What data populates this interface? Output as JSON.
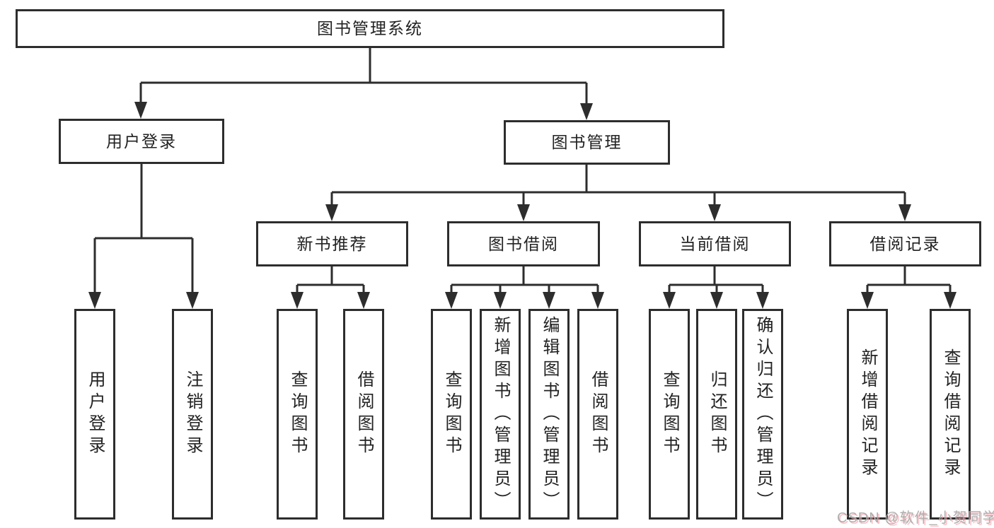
{
  "diagram": {
    "root": {
      "label": "图书管理系统"
    },
    "level2": [
      {
        "label": "用户登录"
      },
      {
        "label": "图书管理"
      }
    ],
    "level3": [
      {
        "label": "新书推荐"
      },
      {
        "label": "图书借阅"
      },
      {
        "label": "当前借阅"
      },
      {
        "label": "借阅记录"
      }
    ],
    "leaves": {
      "user_login": [
        "用户登录",
        "注销登录"
      ],
      "new_book_recommend": [
        "查询图书",
        "借阅图书"
      ],
      "book_borrowing": [
        "查询图书",
        "新增图书（管理员）",
        "编辑图书（管理员）",
        "借阅图书"
      ],
      "current_borrowing": [
        "查询图书",
        "归还图书",
        "确认归还（管理员）"
      ],
      "borrowing_records": [
        "新增借阅记录",
        "查询借阅记录"
      ]
    }
  },
  "watermark": "CSDN @软件_小贺同学",
  "colors": {
    "background": "#ffffff",
    "line": "#2d2d2d",
    "box_border": "#2d2d2d",
    "text": "#222222",
    "watermark_gray": "#a8a8a8",
    "watermark_red": "#f4a0aa"
  }
}
